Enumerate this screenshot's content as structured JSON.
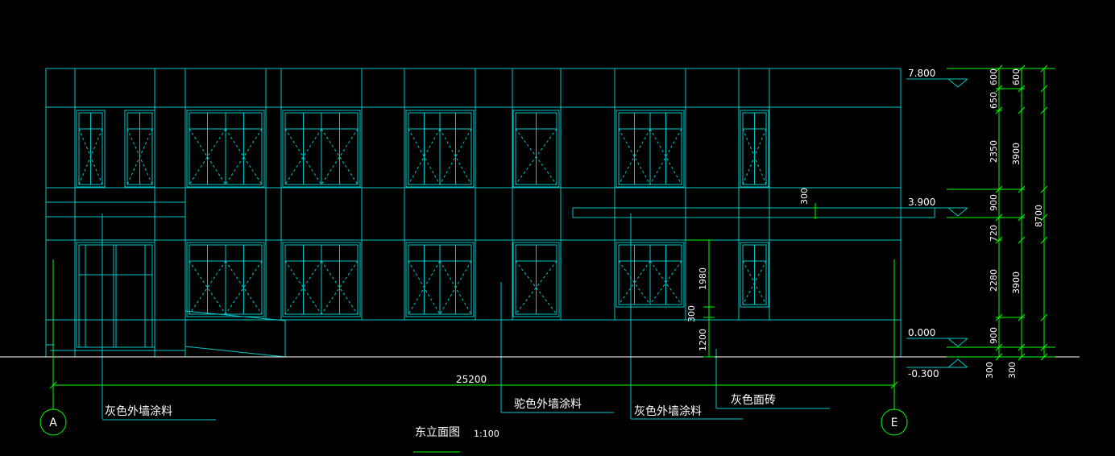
{
  "colors": {
    "background": "#000000",
    "elevation_lines": "#00c8c8",
    "dimension_lines": "#00ff00",
    "text": "#ffffff"
  },
  "title": {
    "main": "东立面图",
    "scale": "1:100"
  },
  "axes": {
    "left": "A",
    "right": "E"
  },
  "levels": [
    {
      "label": "7.800"
    },
    {
      "label": "3.900"
    },
    {
      "label": "0.000"
    },
    {
      "label": "-0.300"
    }
  ],
  "dimensions": {
    "overall_width": "25200",
    "canopy_thickness": "300",
    "inner_column": [
      "600",
      "650",
      "2350",
      "900",
      "720",
      "2280",
      "900",
      "300"
    ],
    "middle_column": [
      "600",
      "3900",
      "3900",
      "300"
    ],
    "outer_column": [
      "8700"
    ],
    "local_vertical": [
      "1980",
      "300",
      "1200"
    ]
  },
  "material_notes": [
    {
      "text": "灰色外墙涂料"
    },
    {
      "text": "驼色外墙涂料"
    },
    {
      "text": "灰色外墙涂料"
    },
    {
      "text": "灰色面砖"
    }
  ]
}
